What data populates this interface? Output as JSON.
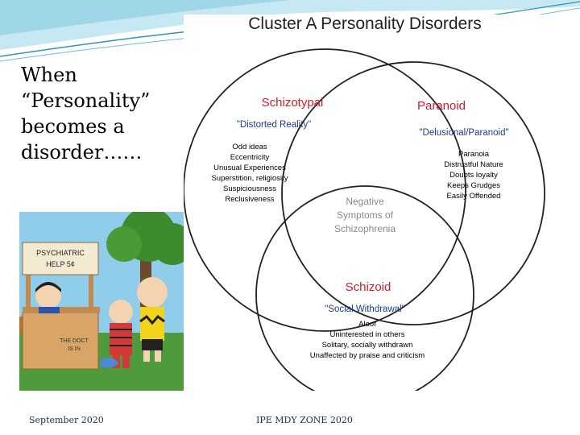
{
  "slide": {
    "title_lines": [
      "When",
      "“Personality”",
      "becomes a",
      "disorder……"
    ],
    "footer_left": "September 2020",
    "footer_right": "IPE MDY ZONE 2020"
  },
  "cartoon": {
    "booth_sign_line1": "PSYCHIATRIC",
    "booth_sign_line2": "HELP 5¢",
    "booth_front_line1": "THE DOCT",
    "booth_front_line2": "IS IN"
  },
  "diagram": {
    "title": "Cluster A Personality Disorders",
    "schizotypal": {
      "name": "Schizotypal",
      "tagline": "\"Distorted Reality\"",
      "traits": [
        "Odd ideas",
        "Eccentricity",
        "Unusual Experiences",
        "Superstition, religiosity",
        "Suspiciousness",
        "Reclusiveness"
      ]
    },
    "paranoid": {
      "name": "Paranoid",
      "tagline": "\"Delusional/Paranoid\"",
      "traits": [
        "Paranoia",
        "Distrustful Nature",
        "Doubts loyalty",
        "Keeps Grudges",
        "Easily Offended"
      ]
    },
    "schizoid": {
      "name": "Schizoid",
      "tagline": "\"Social Withdrawal\"",
      "traits": [
        "Aloof",
        "Uninterested in others",
        "Solitary, socially withdrawn",
        "Unaffected by praise and criticism"
      ]
    },
    "overlap": [
      "Negative",
      "Symptoms of",
      "Schizophrenia"
    ],
    "colors": {
      "name": "#c8202a",
      "tagline": "#1f3c88",
      "text": "#000000",
      "overlap": "#8a8a8a"
    }
  }
}
